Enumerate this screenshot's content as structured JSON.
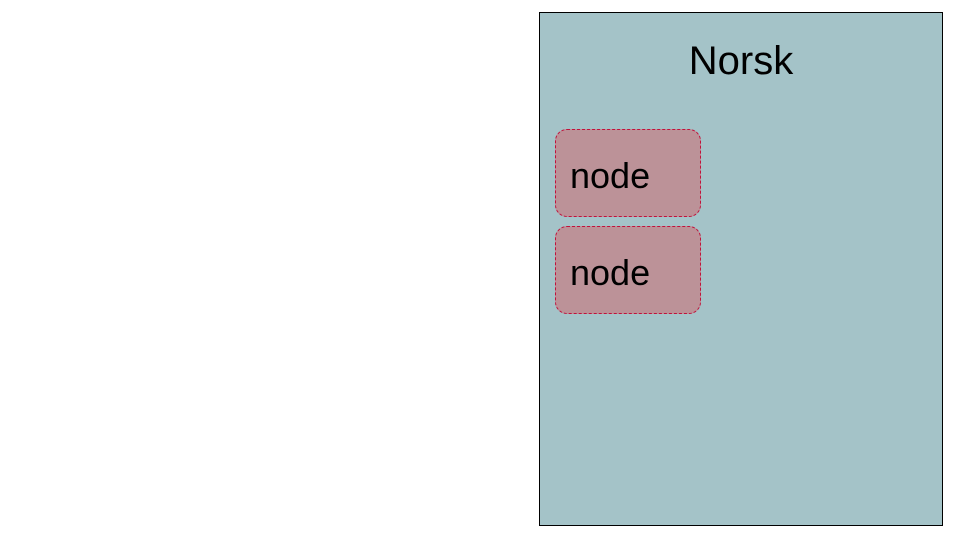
{
  "panel": {
    "title": "Norsk",
    "background": "#a4c3c8",
    "border": "#000000"
  },
  "nodes": [
    {
      "label": "node",
      "fill": "#bc9298",
      "border": "#c0123c"
    },
    {
      "label": "node",
      "fill": "#bc9298",
      "border": "#c0123c"
    }
  ]
}
